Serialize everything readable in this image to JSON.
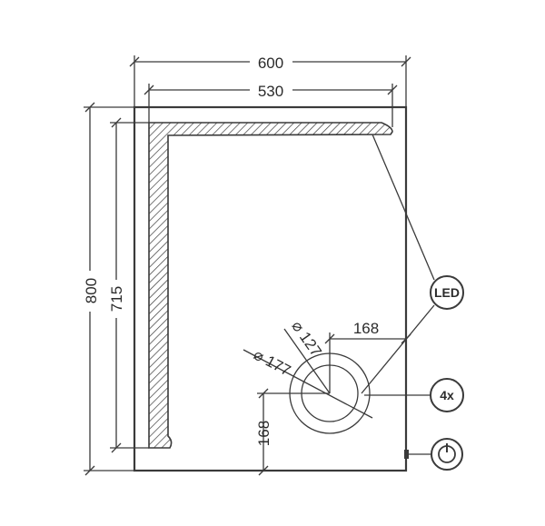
{
  "dimensions": {
    "overall_width": "600",
    "led_strip_width": "530",
    "overall_height": "800",
    "led_strip_height": "715",
    "mirror_offset_horizontal": "168",
    "mirror_offset_vertical": "168",
    "diameter_outer": "⌀ 177",
    "diameter_inner": "⌀ 127"
  },
  "callouts": {
    "led": "LED",
    "magnification": "4x",
    "switch": "power-switch-icon"
  },
  "colors": {
    "line": "#3a3a3a",
    "background": "#ffffff"
  }
}
